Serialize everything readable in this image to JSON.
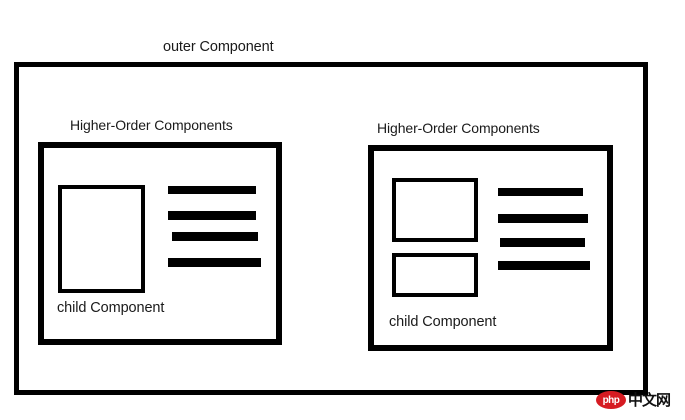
{
  "diagram": {
    "title": "outer Component",
    "panels": [
      {
        "id": "left",
        "title": "Higher-Order Components",
        "child_label": "child Component",
        "child_box_count": 1,
        "bar_count": 4
      },
      {
        "id": "right",
        "title": "Higher-Order Components",
        "child_label": "child Component",
        "child_box_count": 2,
        "bar_count": 4
      }
    ],
    "colors": {
      "stroke": "#000000",
      "background": "#ffffff",
      "text": "#1a1a1a",
      "watermark_red": "#d61b22"
    }
  },
  "watermark": {
    "logo_text": "php",
    "site_text": "中文网"
  }
}
